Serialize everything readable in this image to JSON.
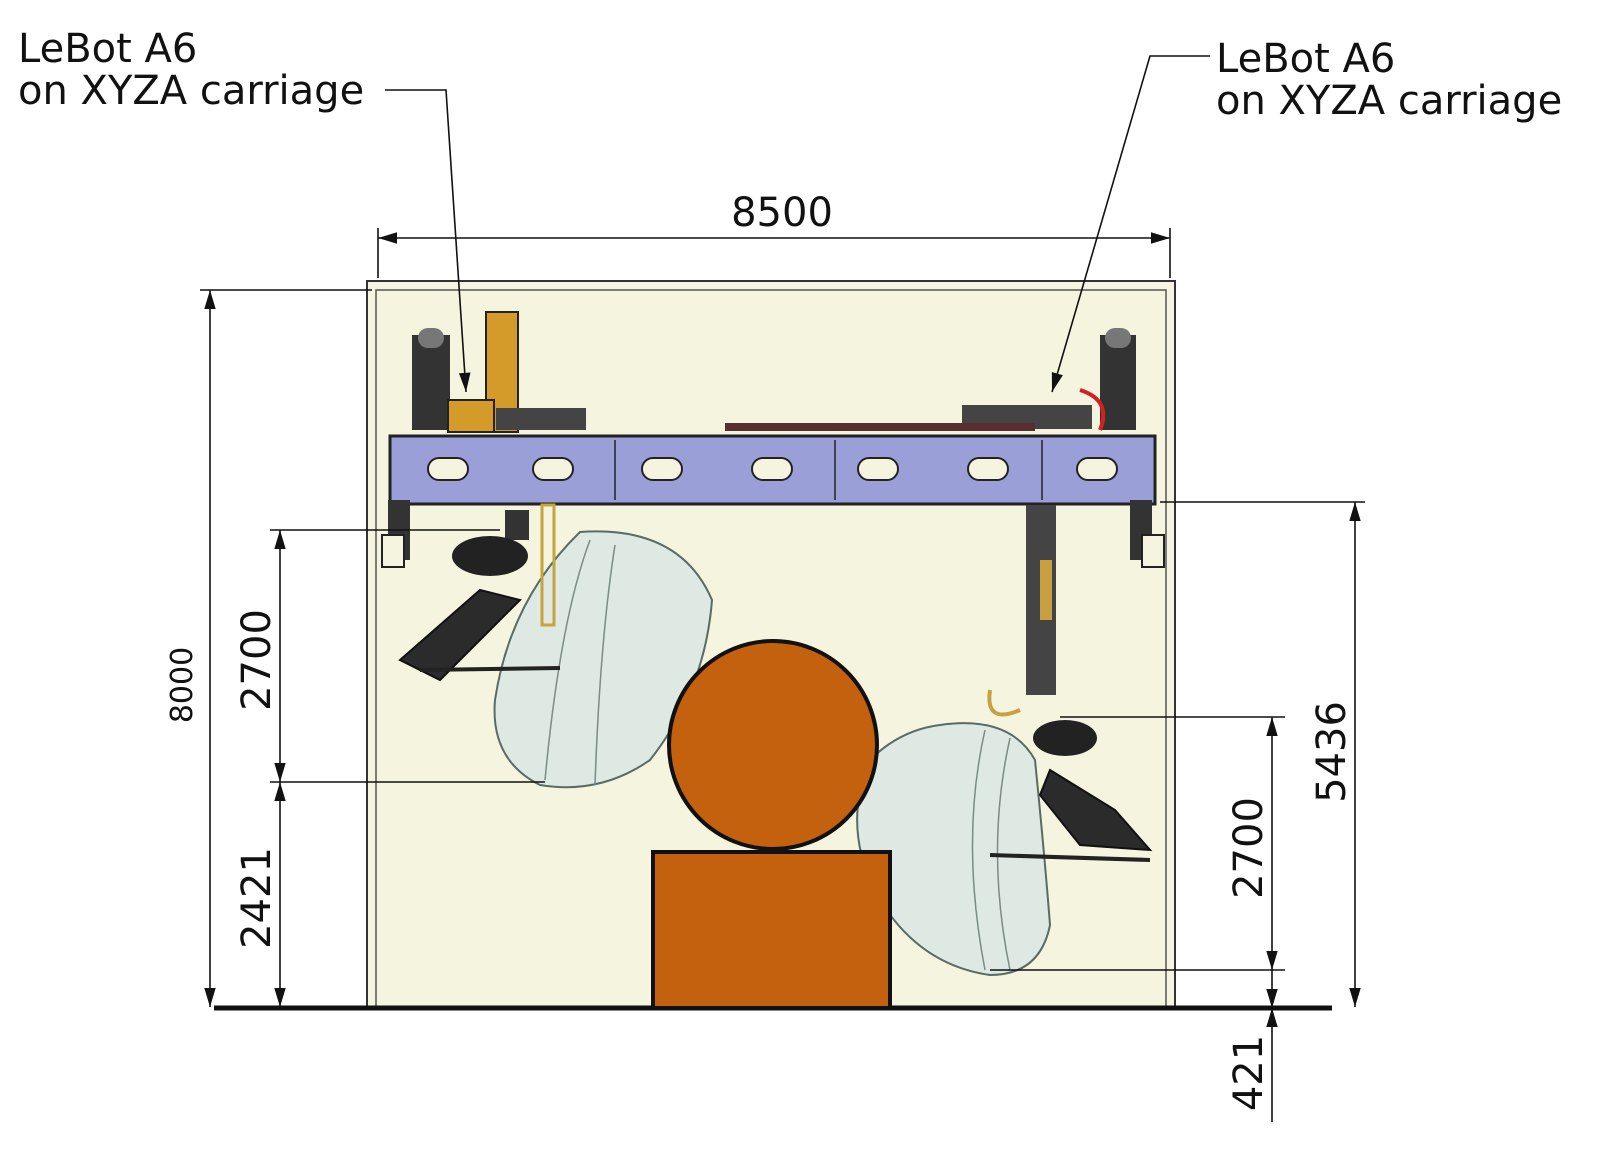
{
  "callouts": {
    "left_line1": "LeBot A6",
    "left_line2": "on XYZA carriage",
    "right_line1": "LeBot A6",
    "right_line2": "on XYZA carriage"
  },
  "dimensions": {
    "width": "8500",
    "height": "8000",
    "left_upper": "2700",
    "left_lower": "2421",
    "right_tall": "5436",
    "right_mid": "2700",
    "right_bottom": "421"
  },
  "colors": {
    "enclosure": "#f4f4df",
    "beam": "#9b9fd8",
    "drum": "#c4610f",
    "pedestal": "#c4610f",
    "shell": "#dde9e2",
    "carriage_yellow": "#d49a2a",
    "hose_red": "#d62020"
  }
}
